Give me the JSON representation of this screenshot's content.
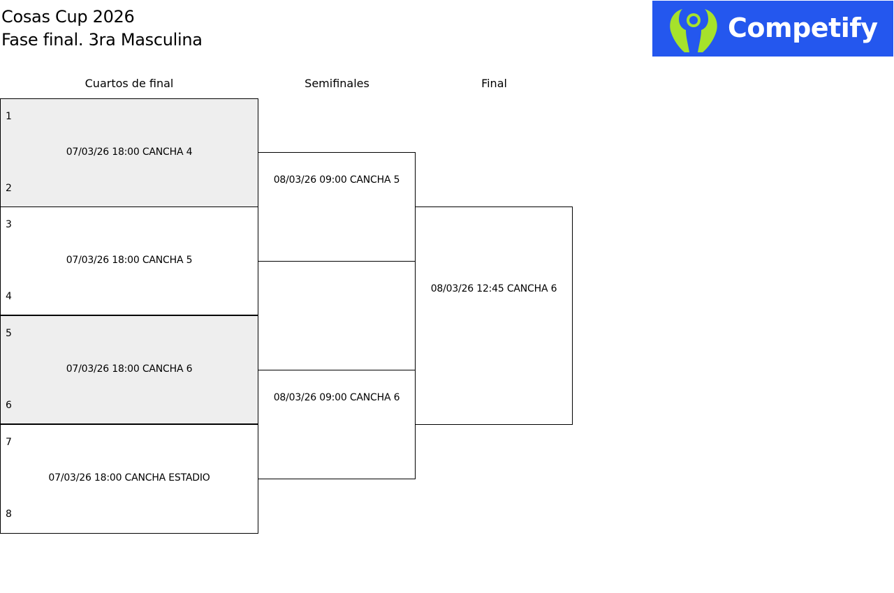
{
  "header": {
    "title_line1": "Cosas Cup 2026",
    "title_line2": "Fase final. 3ra Masculina"
  },
  "logo": {
    "text": "Competify",
    "background_color": "#2457ee",
    "accent_color": "#a6e22b",
    "icon": "person-icon"
  },
  "rounds": {
    "quarterfinals": "Cuartos de final",
    "semifinals": "Semifinales",
    "final": "Final"
  },
  "quarterfinals": [
    {
      "seed_top": "1",
      "seed_bottom": "2",
      "info": "07/03/26 18:00 CANCHA 4"
    },
    {
      "seed_top": "3",
      "seed_bottom": "4",
      "info": "07/03/26 18:00 CANCHA 5"
    },
    {
      "seed_top": "5",
      "seed_bottom": "6",
      "info": "07/03/26 18:00 CANCHA 6"
    },
    {
      "seed_top": "7",
      "seed_bottom": "8",
      "info": "07/03/26 18:00 CANCHA ESTADIO"
    }
  ],
  "semifinals": [
    {
      "info": "08/03/26 09:00 CANCHA 5"
    },
    {
      "info": "08/03/26 09:00 CANCHA 6"
    }
  ],
  "final": {
    "info": "08/03/26 12:45 CANCHA 6"
  },
  "colors": {
    "shaded_match": "#eeeeee",
    "border": "#000000"
  }
}
